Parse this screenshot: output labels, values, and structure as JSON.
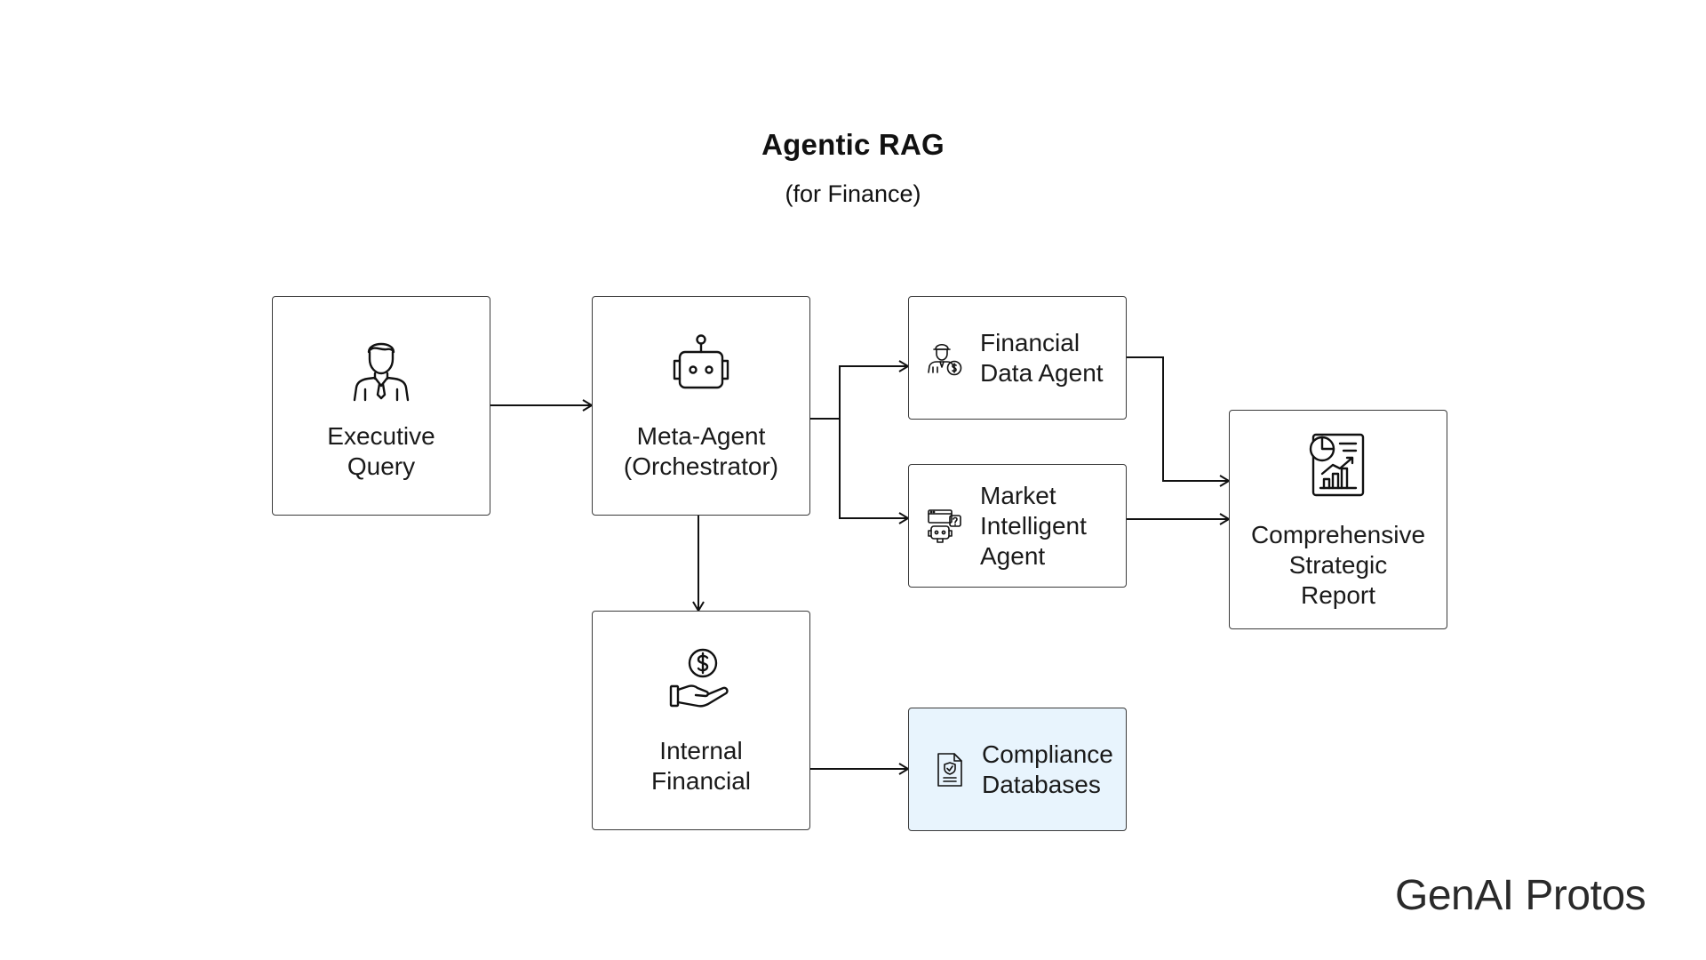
{
  "header": {
    "title": "Agentic RAG",
    "subtitle": "(for Finance)"
  },
  "nodes": {
    "executive_query": {
      "label": "Executive\nQuery",
      "icon": "businessman-icon"
    },
    "meta_agent": {
      "label": "Meta-Agent\n(Orchestrator)",
      "icon": "robot-icon"
    },
    "financial_data_agent": {
      "label": "Financial\nData Agent",
      "icon": "financial-agent-icon"
    },
    "market_intelligent_agent": {
      "label": "Market\nIntelligent\nAgent",
      "icon": "market-bot-icon"
    },
    "comprehensive_report": {
      "label": "Comprehensive\nStrategic\nReport",
      "icon": "report-chart-icon"
    },
    "internal_financial": {
      "label": "Internal\nFinancial",
      "icon": "money-hand-icon"
    },
    "compliance_databases": {
      "label": "Compliance\nDatabases",
      "icon": "compliance-document-icon"
    }
  },
  "edges": [
    {
      "from": "executive_query",
      "to": "meta_agent"
    },
    {
      "from": "meta_agent",
      "to": "financial_data_agent"
    },
    {
      "from": "meta_agent",
      "to": "market_intelligent_agent"
    },
    {
      "from": "meta_agent",
      "to": "internal_financial"
    },
    {
      "from": "financial_data_agent",
      "to": "comprehensive_report"
    },
    {
      "from": "market_intelligent_agent",
      "to": "comprehensive_report"
    },
    {
      "from": "internal_financial",
      "to": "compliance_databases"
    }
  ],
  "colors": {
    "highlight_fill": "#e8f4fd",
    "stroke": "#3a3a3a"
  },
  "branding": {
    "logo_text": "GenAI Protos"
  }
}
